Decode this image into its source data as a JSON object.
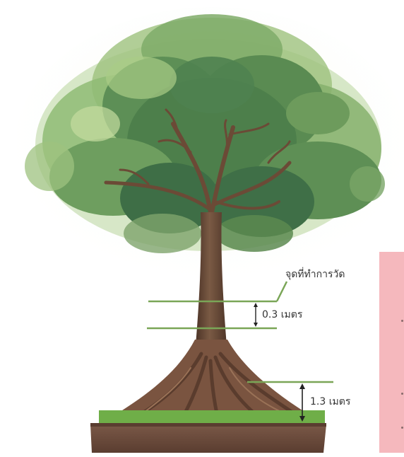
{
  "labels": {
    "measure_point": "จุดที่ทำการวัด",
    "upper_gap": "0.3 เมตร",
    "ground_height": "1.3 เมตร"
  },
  "colors": {
    "measure_line": "#7aa657",
    "arrow": "#222222",
    "trunk": "#6b4a36",
    "roots": "#7a5440",
    "soil": "#6a4a3a",
    "grass": "#6fae48",
    "foliage_dark": "#3e6e46",
    "foliage_mid": "#5d8f56",
    "foliage_light": "#9cc27a",
    "panel": "#f5b8bd"
  },
  "icons": [
    "tree-illustration",
    "double-arrow-icon"
  ]
}
